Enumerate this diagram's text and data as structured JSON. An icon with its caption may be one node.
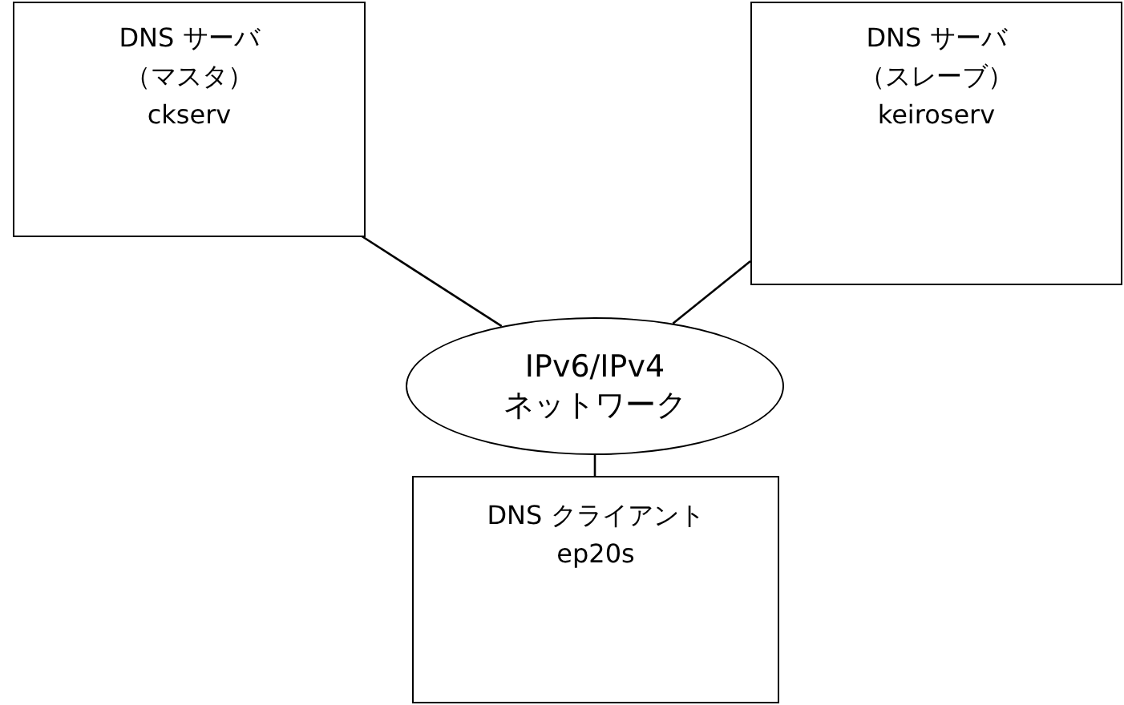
{
  "diagram": {
    "nodes": [
      {
        "text": [
          "DNS サーバ",
          "（マスタ）",
          "ckserv"
        ]
      },
      {
        "text": [
          "DNS サーバ",
          "（スレーブ）",
          "keiroserv"
        ]
      },
      {
        "text": [
          "IPv6/IPv4",
          "ネットワーク"
        ]
      },
      {
        "text": [
          "DNS クライアント",
          "ep20s"
        ]
      }
    ],
    "edges": [
      {
        "from": 0,
        "to": 2,
        "arrow": "none"
      },
      {
        "from": 1,
        "to": 2,
        "arrow": "none"
      },
      {
        "from": 2,
        "to": 3,
        "arrow": "none"
      }
    ]
  }
}
